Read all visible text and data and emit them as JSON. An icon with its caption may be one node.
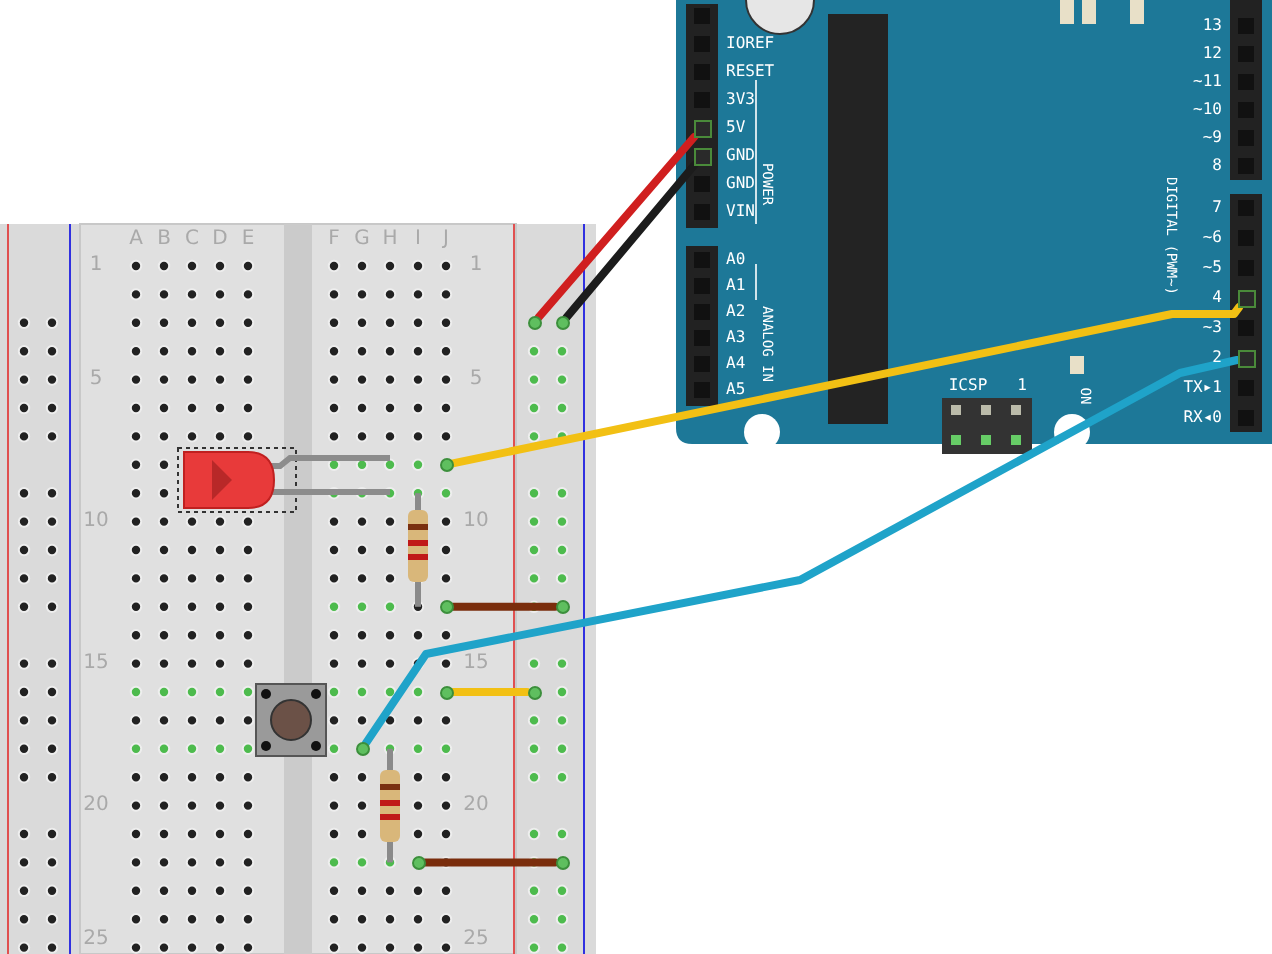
{
  "diagram": {
    "nodes": [
      {
        "text": [],
        "shape": "box"
      },
      {
        "text": [],
        "shape": "box"
      },
      {
        "text": [],
        "shape": "circle"
      },
      {
        "text": [],
        "shape": "circle"
      },
      {
        "text": [],
        "shape": "box"
      },
      {
        "text": [],
        "shape": "circle"
      },
      {
        "text": [],
        "shape": "box"
      },
      {
        "text": [],
        "shape": "circle"
      },
      {
        "text": [],
        "shape": "circle"
      },
      {
        "text": [],
        "shape": "circle"
      },
      {
        "text": [],
        "shape": "circle"
      },
      {
        "text": [],
        "shape": "circle"
      },
      {
        "text": [],
        "shape": "circle"
      },
      {
        "text": [],
        "shape": "circle"
      }
    ],
    "edges": [
      {
        "from": 0,
        "to": 2,
        "arrow": "none",
        "color": "#d01f1f"
      },
      {
        "from": 1,
        "to": 3,
        "arrow": "none",
        "color": "#1c1c1c"
      },
      {
        "from": 5,
        "to": 4,
        "arrow": "none",
        "color": "#f2c014"
      },
      {
        "from": 7,
        "to": 6,
        "arrow": "none",
        "color": "#1fa3c9"
      },
      {
        "from": 8,
        "to": 9,
        "arrow": "none",
        "color": "#7a2d0c"
      },
      {
        "from": 10,
        "to": 11,
        "arrow": "none",
        "color": "#f2c014"
      },
      {
        "from": 12,
        "to": 13,
        "arrow": "none",
        "color": "#7a2d0c"
      }
    ],
    "labels": [
      "A",
      "B",
      "C",
      "D",
      "E",
      "F",
      "G",
      "H",
      "I",
      "J",
      "1",
      "1",
      "5",
      "5",
      "10",
      "10",
      "15",
      "15",
      "20",
      "20",
      "25",
      "25",
      "IOREF",
      "RESET",
      "3V3",
      "5V",
      "GND",
      "GND",
      "VIN",
      "POWER",
      "A0",
      "A1",
      "A2",
      "A3",
      "A4",
      "A5",
      "ANALOG IN",
      "13",
      "12",
      "~11",
      "~10",
      "~9",
      "8",
      "7",
      "~6",
      "~5",
      "4",
      "~3",
      "2",
      "TX▸1",
      "RX◂0",
      "DIGITAL (PWM~)",
      "ICSP",
      "1",
      "ON"
    ]
  }
}
